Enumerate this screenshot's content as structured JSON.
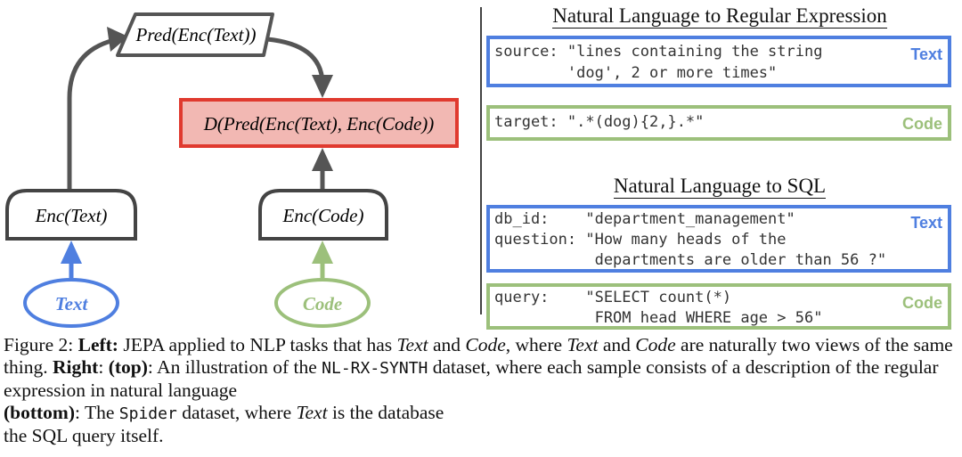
{
  "left_diagram": {
    "pred_node": "Pred(Enc(Text))",
    "disc_node": "D(Pred(Enc(Text), Enc(Code))",
    "enc_text_node": "Enc(Text)",
    "enc_code_node": "Enc(Code)",
    "text_input": "Text",
    "code_input": "Code",
    "colors": {
      "text": "#4f7fe0",
      "code": "#9cc07b",
      "disc_border": "#e03a2f",
      "disc_fill": "#f2b8b3"
    }
  },
  "right": {
    "regex_title": "Natural Language to Regular Expression",
    "regex_source_line1": "source: \"lines containing the string",
    "regex_source_line2": "        'dog', 2 or more times\"",
    "regex_target": "target: \".*(dog){2,}.*\"",
    "sql_title": "Natural Language to SQL",
    "sql_text_line1": "db_id:    \"department_management\"",
    "sql_text_line2": "question: \"How many heads of the",
    "sql_text_line3": "           departments are older than 56 ?\"",
    "sql_code_line1": "query:    \"SELECT count(*)",
    "sql_code_line2": "           FROM head WHERE age > 56\"",
    "tag_text": "Text",
    "tag_code": "Code"
  },
  "caption": {
    "label": "Figure 2:",
    "left_label": "Left:",
    "p1": " JEPA applied to NLP tasks that has ",
    "text_var": "Text",
    "and": " and ",
    "code_var": "Code",
    "p2": ", where ",
    "p3": " are naturally two views of the same thing. ",
    "right_label": "Right",
    "colon": ": ",
    "top_label": "(top)",
    "p4": ": An illustration of the ",
    "dataset1": "NL-RX-SYNTH",
    "p5": " dataset, where each sample consists of a description of the regular expression in natural language",
    "bottom_label": "(bottom)",
    "p6": ": The ",
    "dataset2": "Spider",
    "p7": " dataset, where ",
    "p8": " is the database ",
    "p9": "the SQL query itself."
  }
}
